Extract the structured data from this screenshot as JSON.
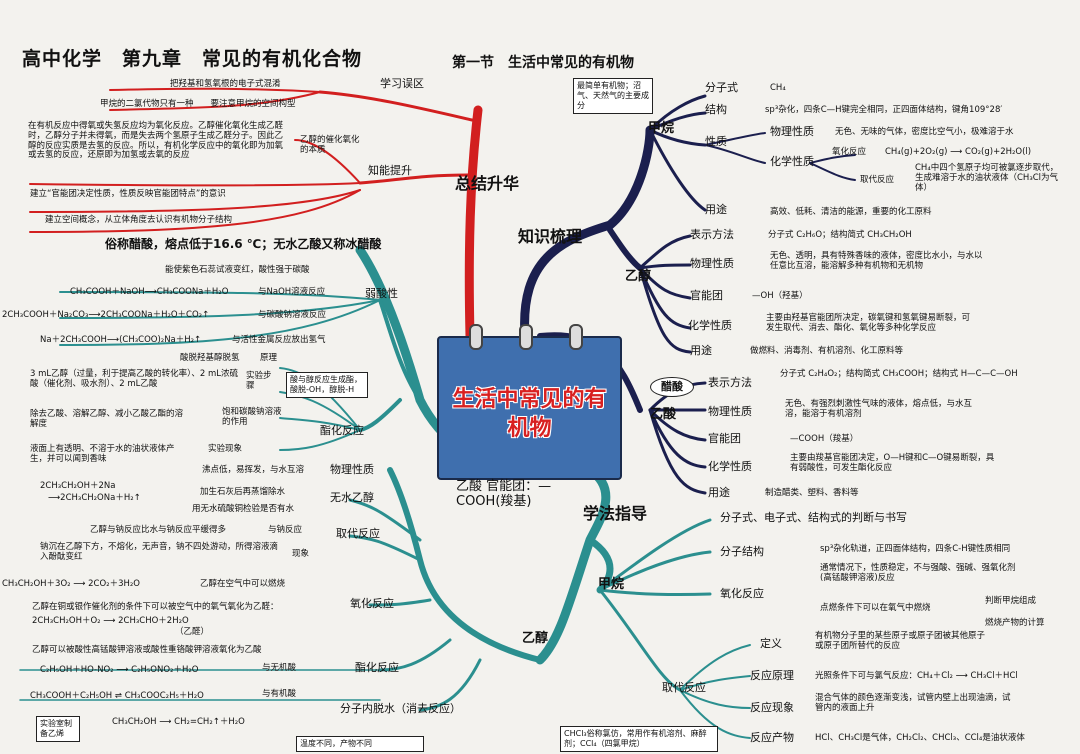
{
  "title": "高中化学　第九章　常见的有机化合物",
  "section": "第一节　生活中常见的有机物",
  "center": "生活中常见的有机物",
  "branches": {
    "summary": "总结升华",
    "knowledge": "知识梳理",
    "method": "学法指导"
  },
  "summary": {
    "learn_mistakes": "学习误区",
    "mistake1": "把羟基和氢氧根的电子式混淆",
    "mistake2": "甲烷的二氯代物只有一种　　要注意甲烷的空间构型",
    "ability": "知能提升",
    "ability_text": "在有机反应中得氧或失氢反应均为氧化反应。乙醇催化氧化生成乙醛时，乙醇分子并未得氧，而是失去两个氢原子生成乙醛分子。因此乙醇的反应实质是去氢的反应。所以，有机化学反应中的氧化即为加氧或去氢的反应，还原即为加氢或去氧的反应",
    "ability_note": "乙醇的催化氧化的本质",
    "concept1": "建立“官能团决定性质，性质反映官能团特点”的意识",
    "concept2": "建立空间概念，从立体角度去认识有机物分子结构"
  },
  "methane_k": {
    "name": "甲烷",
    "source": "最简单有机物；沼气、天然气的主要成分",
    "formula_label": "分子式",
    "formula": "CH₄",
    "structure_label": "结构",
    "structure": "sp³杂化，四条C—H键完全相同，正四面体结构，键角109°28′",
    "property_label": "性质",
    "phys_label": "物理性质",
    "phys": "无色、无味的气体，密度比空气小，极难溶于水",
    "chem_label": "化学性质",
    "ox_label": "氧化反应",
    "ox": "CH₄(g)+2O₂(g) ⟶ CO₂(g)+2H₂O(l)",
    "sub_label": "取代反应",
    "sub": "CH₄中四个氢原子均可被氯逐步取代，生成难溶于水的油状液体（CH₃Cl为气体）",
    "use_label": "用途",
    "use": "高效、低耗、清洁的能源，重要的化工原料"
  },
  "ethanol_k": {
    "name": "乙醇",
    "expr_label": "表示方法",
    "expr": "分子式 C₂H₆O；结构简式 CH₃CH₂OH",
    "phys_label": "物理性质",
    "phys": "无色、透明，具有特殊香味的液体，密度比水小，与水以任意比互溶，能溶解多种有机物和无机物",
    "fg_label": "官能团",
    "fg": "—OH（羟基）",
    "chem_label": "化学性质",
    "chem": "主要由羟基官能团所决定，碳氧键和氢氧键易断裂，可发生取代、消去、酯化、氧化等多种化学反应",
    "use_label": "用途",
    "use": "做燃料、消毒剂、有机溶剂、化工原料等"
  },
  "acid_k": {
    "name": "乙酸",
    "alias": "醋酸",
    "expr_label": "表示方法",
    "expr": "分子式 C₂H₄O₂；结构简式 CH₃COOH；结构式 H—C—C—OH",
    "phys_label": "物理性质",
    "phys": "无色、有强烈刺激性气味的液体，熔点低，与水互溶，能溶于有机溶剂",
    "fg_label": "官能团",
    "fg": "—COOH（羧基）",
    "chem_label": "化学性质",
    "chem": "主要由羧基官能团决定，O—H键和C—O键易断裂，具有弱酸性，可发生酯化反应",
    "use_label": "用途",
    "use": "制造醋类、塑料、香料等"
  },
  "acid_left": {
    "header": "俗称醋酸，熔点低于16.6 ℃；无水乙酸又称冰醋酸",
    "fg_note": "乙酸 官能团：—COOH(羧基)",
    "weak_acid": "弱酸性",
    "wa_head": "能使紫色石蕊试液变红，酸性强于碳酸",
    "wa1": "CH₃COOH＋NaOH⟶CH₃COONa＋H₂O",
    "wa1_note": "与NaOH溶液反应",
    "wa2": "2CH₃COOH＋Na₂CO₃⟶2CH₃COONa＋H₂O＋CO₂↑",
    "wa2_note": "与碳酸钠溶液反应",
    "wa3": "Na＋2CH₃COOH⟶(CH₃COO)₂Na＋H₂↑",
    "wa3_note": "与活性金属反应放出氢气",
    "ester": "酯化反应",
    "principle": "原理",
    "principle_text": "酸脱羟基醇脱氢",
    "steps": "实验步骤",
    "steps_text": "3 mL乙醇（过量，利于提高乙酸的转化率）、2 mL浓硫酸（催化剂、吸水剂）、2 mL乙酸",
    "steps_note": "酸与醇反应生成酯，酸脱-OH，醇脱-H",
    "na2co3": "饱和碳酸钠溶液的作用",
    "na2co3_text": "除去乙酸、溶解乙醇、减小乙酸乙酯的溶解度",
    "phenom": "实验现象",
    "phenom_text": "液面上有透明、不溶于水的油状液体产生，并可以闻到香味"
  },
  "ethanol_left": {
    "name": "乙醇",
    "phys": "物理性质",
    "phys_text": "沸点低，易挥发，与水互溶",
    "anhydrous": "无水乙醇",
    "anh1": "加生石灰后再蒸馏除水",
    "anh2": "用无水硫酸铜检验是否有水",
    "subst": "取代反应",
    "sub_na": "与钠反应",
    "sub_na_text": "乙醇与钠反应比水与钠反应平缓得多",
    "eq_na1": "2CH₃CH₂OH＋2Na",
    "eq_na2": "⟶2CH₃CH₂ONa＋H₂↑",
    "phenomenon": "现象",
    "phenomenon_text": "钠沉在乙醇下方，不熔化，无声音，钠不四处游动，所得溶液滴入酚酞变红",
    "burn": "CH₃CH₂OH＋3O₂ ⟶ 2CO₂＋3H₂O",
    "burn_note": "乙醇在空气中可以燃烧",
    "ox": "氧化反应",
    "ox_text": "乙醇在铜或银作催化剂的条件下可以被空气中的氧气氧化为乙醛：",
    "ox_eq": "2CH₃CH₂OH＋O₂ ⟶ 2CH₃CHO＋2H₂O",
    "ox_eq_note": "（乙醛）",
    "ox_text2": "乙醇可以被酸性高锰酸钾溶液或酸性重铬酸钾溶液氧化为乙酸",
    "est": "酯化反应",
    "est1": "C₂H₅OH＋HO-NO₂ ⟶ C₂H₅ONO₂＋H₂O",
    "est1_note": "与无机酸",
    "est2": "CH₃COOH＋C₂H₅OH ⇌ CH₃COOC₂H₅＋H₂O",
    "est2_note": "与有机酸",
    "elim": "分子内脱水（消去反应）",
    "lab": "实验室制备乙烯",
    "elim_eq": "CH₃CH₂OH ⟶ CH₂=CH₂↑＋H₂O",
    "temp": "温度不同，产物不同"
  },
  "methane_m": {
    "name": "甲烷",
    "judge": "分子式、电子式、结构式的判断与书写",
    "struct": "分子结构",
    "struct_text": "sp³杂化轨道，正四面体结构，四条C-H键性质相同",
    "ox": "氧化反应",
    "ox_text": "通常情况下，性质稳定，不与强酸、强碱、强氧化剂(高锰酸钾溶液)反应",
    "ox_fire": "点燃条件下可以在氧气中燃烧",
    "ox_j1": "判断甲烷组成",
    "ox_j2": "燃烧产物的计算",
    "sub": "取代反应",
    "def": "定义",
    "def_text": "有机物分子里的某些原子或原子团被其他原子或原子团所替代的反应",
    "prin": "反应原理",
    "prin_text": "光照条件下可与氯气反应：CH₄＋Cl₂ ⟶ CH₃Cl＋HCl",
    "phen": "反应现象",
    "phen_text": "混合气体的颜色逐渐变浅，试管内壁上出现油滴，试管内的液面上升",
    "prod": "反应产物",
    "prod_text": "HCl、CH₃Cl是气体，CH₂Cl₂、CHCl₃、CCl₄是油状液体",
    "chcl3": "CHCl₃俗称氯仿，常用作有机溶剂、麻醉剂；CCl₄（四氯甲烷）"
  }
}
